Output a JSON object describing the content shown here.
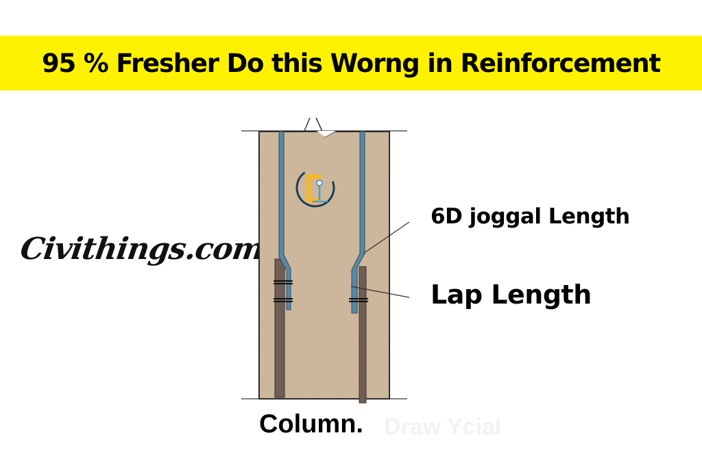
{
  "header": {
    "title": "95 % Fresher Do this Worng in Reinforcement",
    "background_color": "#fff200"
  },
  "brand": {
    "text": "Civithings.com"
  },
  "diagram": {
    "caption": "Column.",
    "watermark": "Draw Ycial",
    "labels": {
      "joggal": "6D joggal Length",
      "lap": "Lap Length"
    },
    "logo": "civil-engineering-clamp-logo",
    "colors": {
      "concrete": "#cdb79a",
      "upper_rebar": "#5a88a4",
      "lower_rebar": "#6e5e55",
      "outline": "#222222"
    }
  }
}
